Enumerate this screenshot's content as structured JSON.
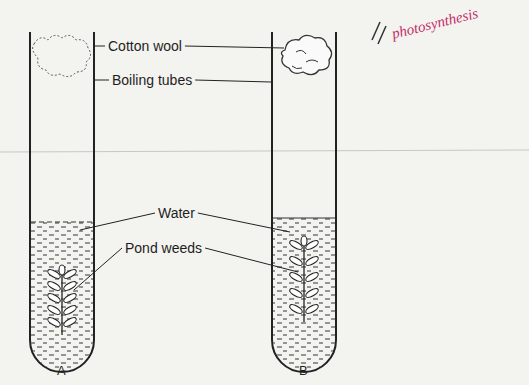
{
  "diagram": {
    "labels": [
      "Cotton wool",
      "Boiling tubes",
      "Water",
      "Pond weeds",
      "A",
      "B",
      "photosynthesis"
    ]
  }
}
